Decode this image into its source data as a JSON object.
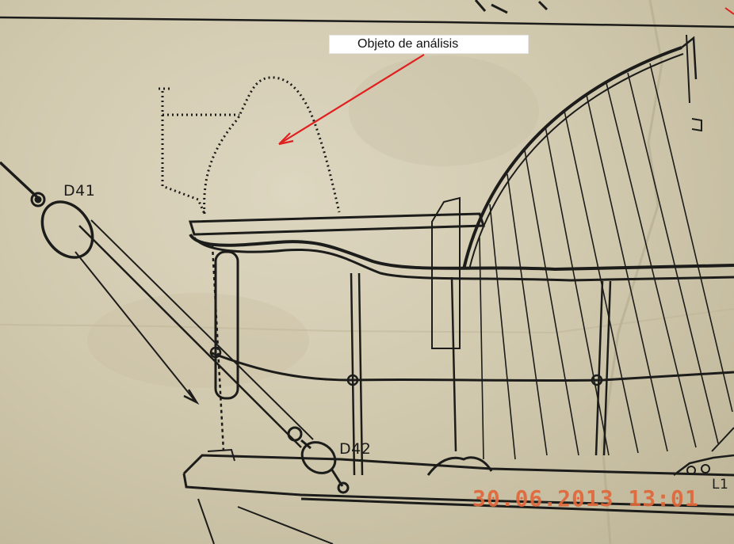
{
  "annotation": {
    "label": "Objeto de análisis",
    "arrow_color": "#e02020"
  },
  "part_labels": {
    "d41": "D41",
    "d42": "D42",
    "l1": "L1"
  },
  "timestamp": "30.06.2013 13:01",
  "colors": {
    "paper": "#d6cfb6",
    "ink": "#1c1c1a",
    "annotation_red": "#e02020",
    "timestamp_orange": "#e0673a"
  }
}
